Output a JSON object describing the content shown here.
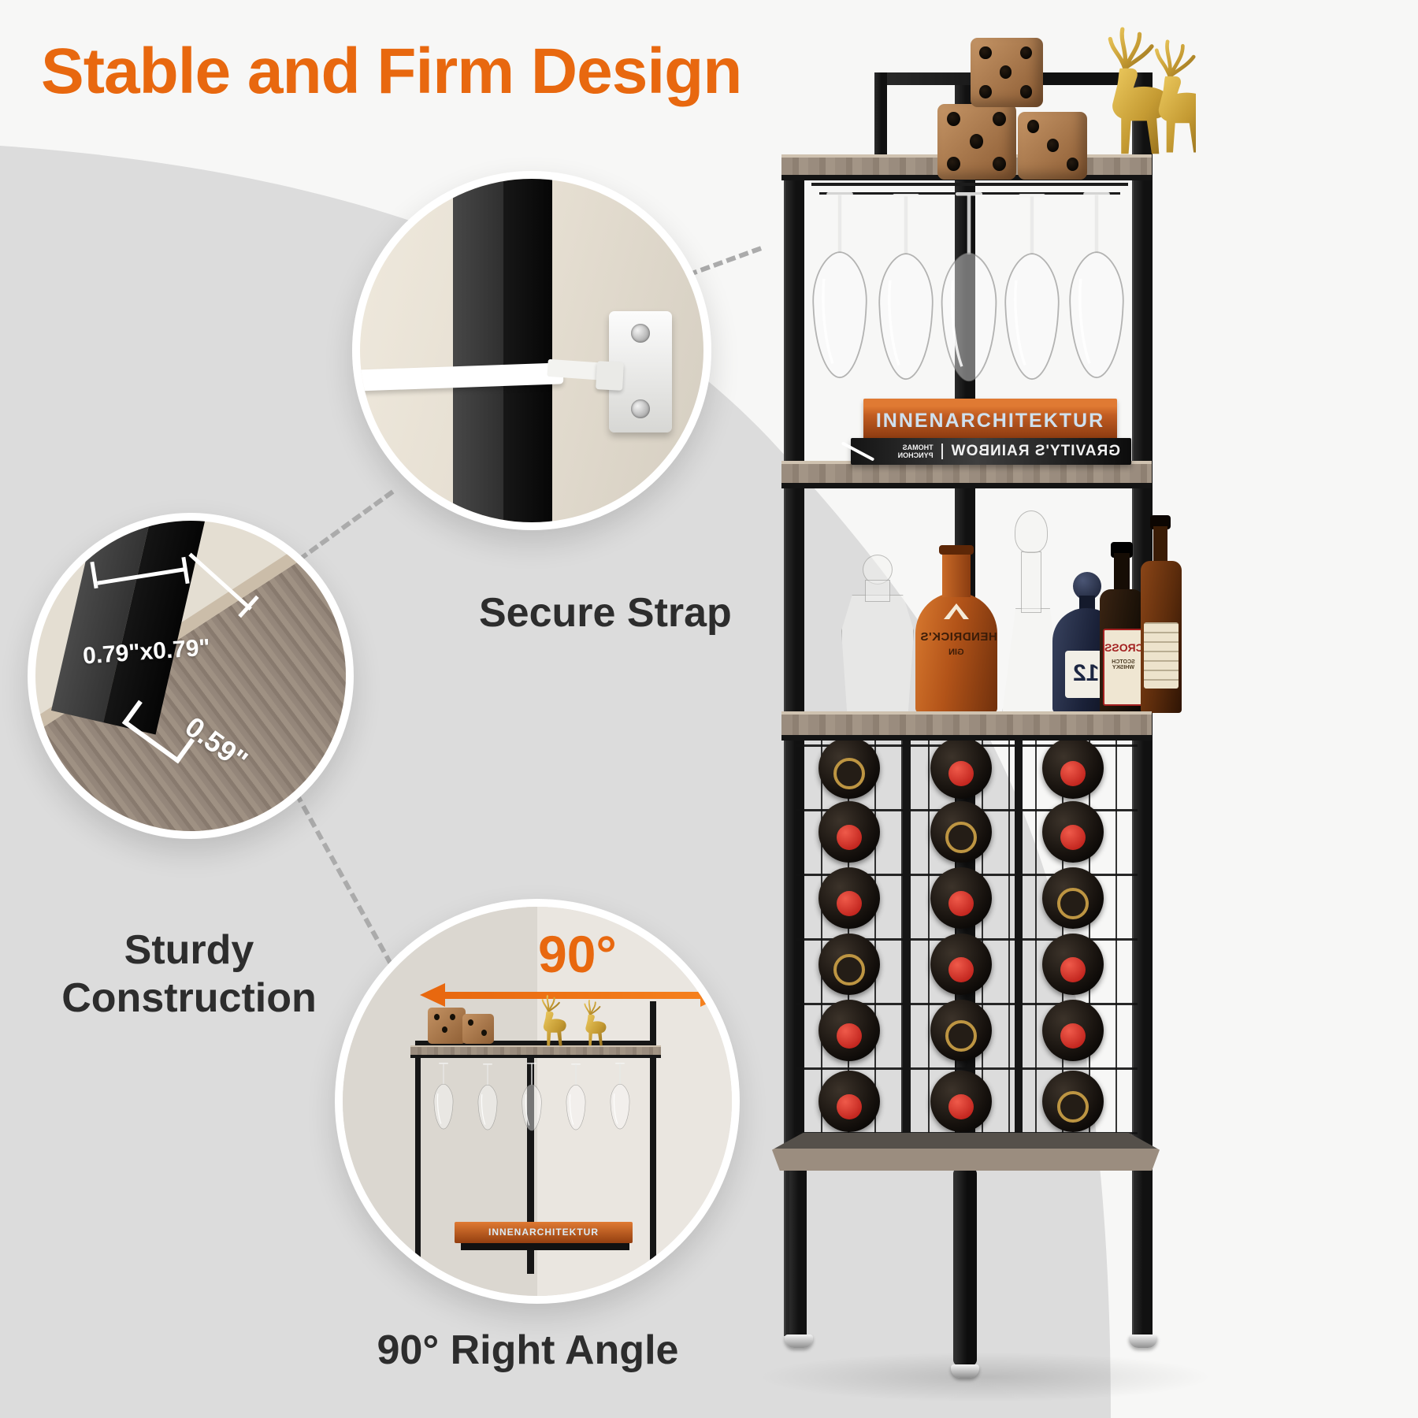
{
  "title": {
    "text": "Stable and Firm Design"
  },
  "callouts": {
    "secure_strap": {
      "label": "Secure Strap"
    },
    "sturdy": {
      "line1": "Sturdy",
      "line2": "Construction",
      "dim_square": "0.79\"x0.79\"",
      "dim_edge": "0.59\""
    },
    "right_angle": {
      "label": "90° Right Angle",
      "angle": "90°"
    }
  },
  "product": {
    "books": {
      "top_spine": "INNENARCHITEKTUR",
      "bottom_title": "GRAVITY'S RAINBOW",
      "bottom_author_1": "THOMAS",
      "bottom_author_2": "PYNCHON"
    },
    "bottles": {
      "gin_brand": "HENDRICK'S",
      "gin_type": "GIN",
      "blue_number": "12",
      "whisky_brand": "CROSS",
      "whisky_type": "SCOTCH WHISKY"
    }
  },
  "colors": {
    "accent_orange": "#E8680F",
    "label_dark": "#2D2D2D",
    "background_gray": "#DCDCDC",
    "metal_black": "#141414",
    "wood_gray_oak": "#9A8C7E",
    "wine_cap_red": "#C62B1F",
    "deer_gold": "#C9A227"
  }
}
